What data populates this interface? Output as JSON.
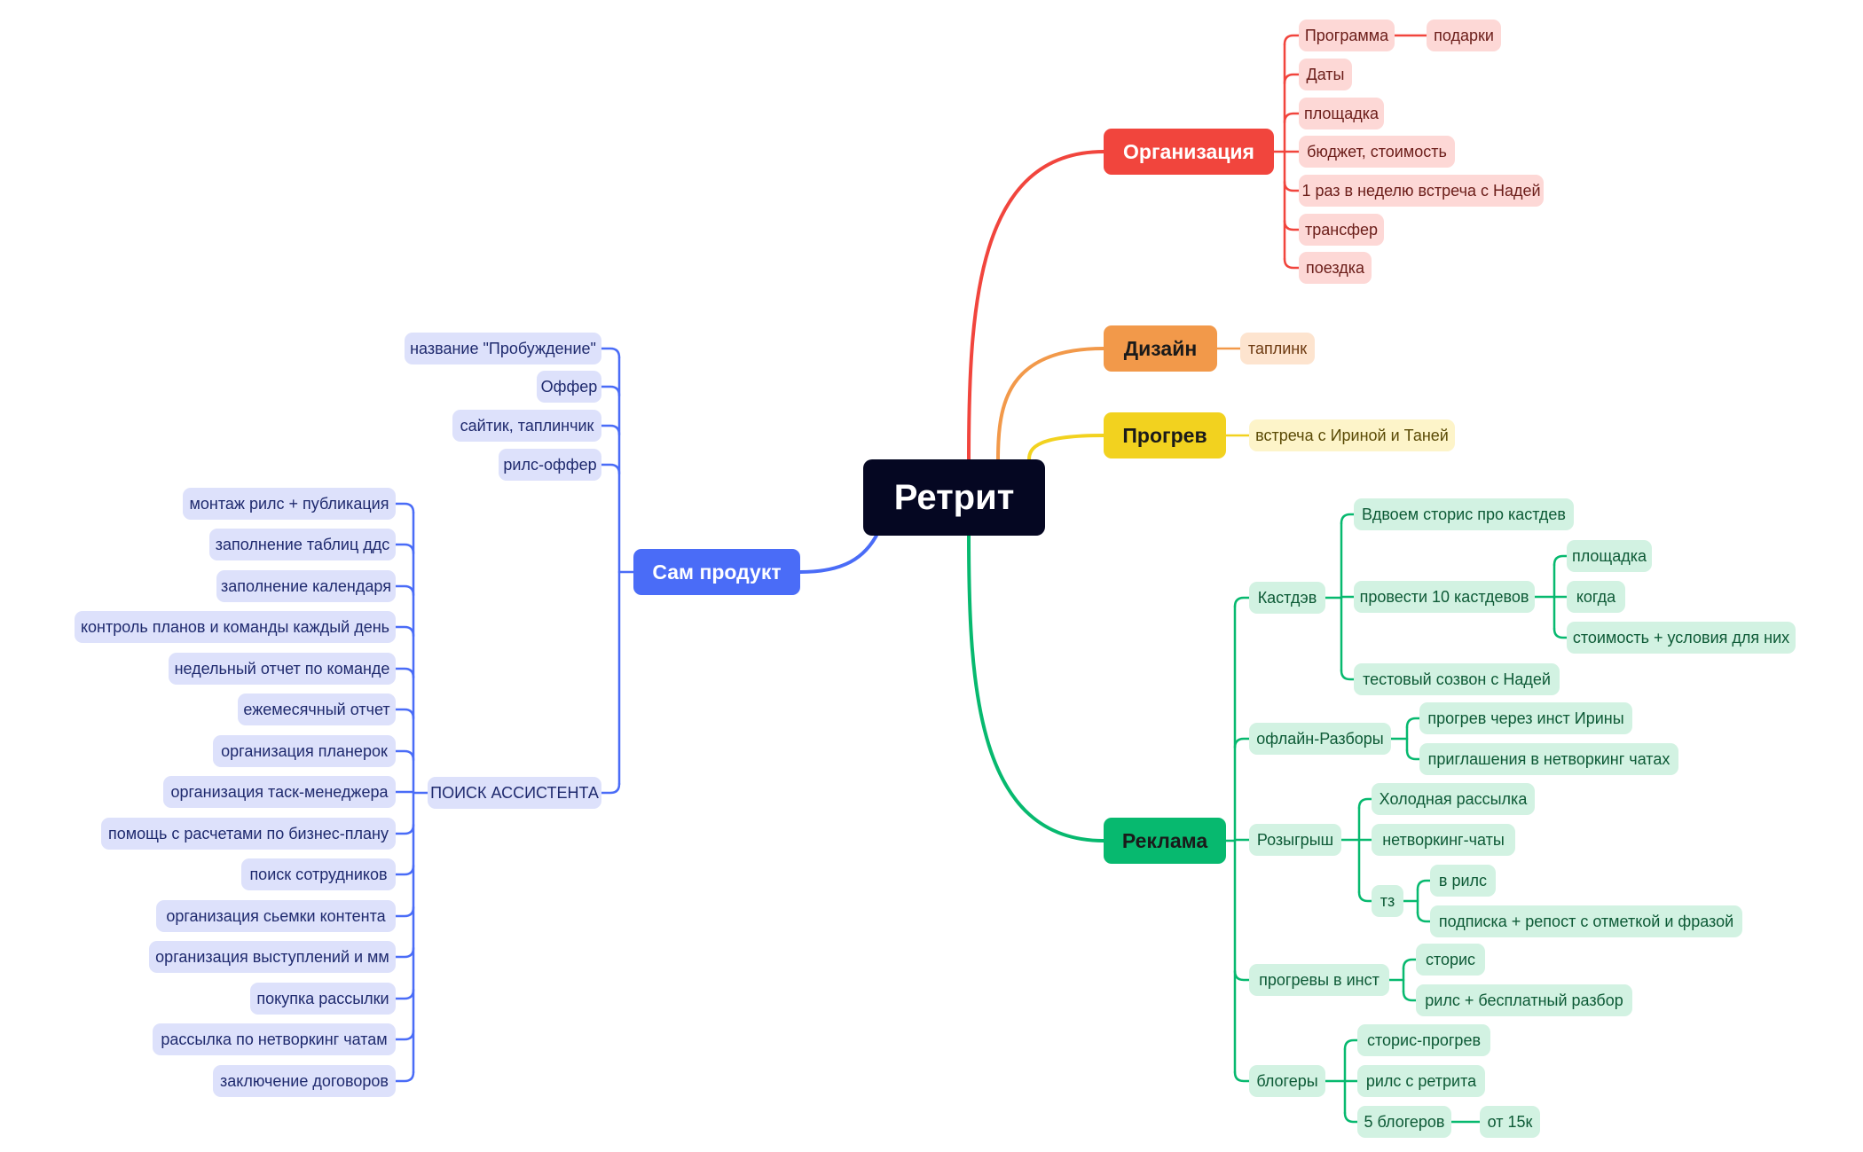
{
  "colors": {
    "root": "#050722",
    "organizatsiya": "#f1453d",
    "dizain": "#f2994a",
    "progrev": "#f2d21f",
    "reklama": "#07b96f",
    "produkt": "#4a6cf7"
  },
  "root": {
    "label": "Ретрит"
  },
  "organizatsiya": {
    "label": "Организация",
    "items": [
      "Программа",
      "Даты",
      "площадка",
      "бюджет, стоимость",
      "1 раз в неделю встреча с Надей",
      "трансфер",
      "поездка"
    ],
    "programma_child": "подарки"
  },
  "dizain": {
    "label": "Дизайн",
    "items": [
      "таплинк"
    ]
  },
  "progrev": {
    "label": "Прогрев",
    "items": [
      "встреча с Ириной и Таней"
    ]
  },
  "reklama": {
    "label": "Реклама",
    "kastdev": {
      "label": "Кастдэв",
      "items": [
        "Вдвоем сторис про кастдев",
        "провести 10 кастдевов",
        "тестовый созвон с Надей"
      ],
      "sub_items": [
        "площадка",
        "когда",
        "стоимость + условия для них"
      ]
    },
    "razbory": {
      "label": "офлайн-Разборы",
      "items": [
        "прогрев через инст Ирины",
        "приглашения в нетворкинг чатах"
      ]
    },
    "rozygrysh": {
      "label": "Розыгрыш",
      "items": [
        "Холодная рассылка",
        "нетворкинг-чаты",
        "тз"
      ],
      "tz_items": [
        "в рилс",
        "подписка + репост с отметкой и фразой"
      ]
    },
    "progrevy": {
      "label": "прогревы в инст",
      "items": [
        "сторис",
        "рилс + бесплатный разбор"
      ]
    },
    "blogery": {
      "label": "блогеры",
      "items": [
        "сторис-прогрев",
        "рилс с ретрита",
        "5 блогеров"
      ],
      "five_child": "от 15к"
    }
  },
  "produkt": {
    "label": "Сам продукт",
    "items": [
      "название \"Пробуждение\"",
      "Оффер",
      "сайтик, таплинчик",
      "рилс-оффер",
      "ПОИСК АССИСТЕНТА"
    ],
    "assistant_tasks": [
      "монтаж рилс + публикация",
      "заполнение таблиц ддс",
      "заполнение календаря",
      "контроль планов и команды каждый день",
      "недельный отчет по команде",
      "ежемесячный отчет",
      "организация планерок",
      "организация таск-менеджера",
      "помощь с расчетами по бизнес-плану",
      "поиск сотрудников",
      "организация сьемки контента ",
      "организация выступлений и мм",
      "покупка рассылки",
      "рассылка по нетворкинг чатам",
      "заключение договоров"
    ]
  }
}
